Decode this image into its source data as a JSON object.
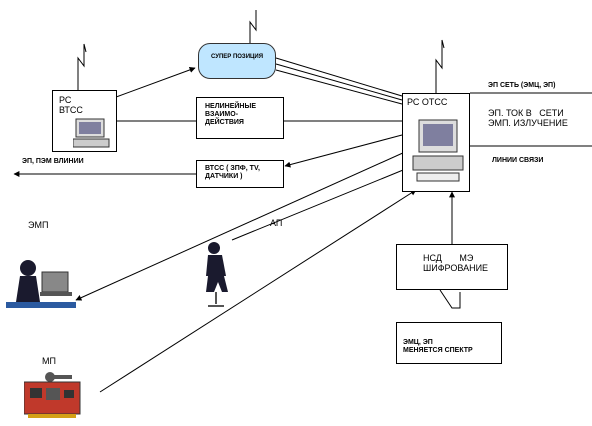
{
  "title": "",
  "nodes": {
    "pc_vtss": {
      "label": "РС\nВТСС"
    },
    "pc_otss": {
      "label": "РС ОТСС"
    },
    "cloud": {
      "label": "СУПЕР\nПОЗИЦИЯ"
    },
    "nonlinear": {
      "label": "НЕЛИНЕЙНЫЕ\nВЗАИМО-\nДЕЙСТВИЯ"
    },
    "vtss_box": {
      "label": "ВТСС ( ЗПФ, TV,\nДАТЧИКИ )"
    },
    "nsd_box": {
      "label": "НСД       МЭ\nШИФРОВАНИЕ"
    },
    "emc_box": {
      "label": "ЭМЦ, ЭП\nМЕНЯЕТСЯ СПЕКТР"
    }
  },
  "annotations": {
    "ep_emi_left": "ЭП, ПЭМ ВЛИНИИ",
    "ep_network": "ЭП СЕТЬ (ЭМЦ, ЭП)",
    "ep_tok": "ЭП. ТОК В   СЕТИ\nЭМП. ИЗЛУЧЕНИЕ",
    "lines": "ЛИНИИ СВЯЗИ",
    "emp": "ЭМП",
    "ap": "АП",
    "mp": "МП"
  },
  "colors": {
    "cloud_fill": "#bfe6ff",
    "screen_fill": "#7f7f9f",
    "person_color": "#1a1a2e",
    "board_color": "#c0392b"
  }
}
